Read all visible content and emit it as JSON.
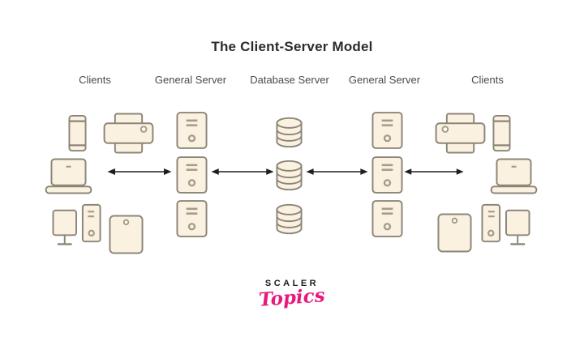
{
  "diagram": {
    "title": "The Client-Server Model",
    "columns": [
      {
        "label": "Clients"
      },
      {
        "label": "General Server"
      },
      {
        "label": "Database Server"
      },
      {
        "label": "General Server"
      },
      {
        "label": "Clients"
      }
    ],
    "client_devices_left": [
      "smartphone",
      "printer",
      "laptop",
      "desktop-computer",
      "tablet"
    ],
    "client_devices_right": [
      "printer",
      "smartphone",
      "laptop",
      "tablet",
      "desktop-computer"
    ],
    "general_server_units_per_column": 3,
    "database_units": 3,
    "arrows": [
      "clients-left <-> general-server-left",
      "general-server-left <-> database-server",
      "database-server <-> general-server-right",
      "general-server-right <-> clients-right"
    ],
    "colors": {
      "icon-fill": "#FAF1E1",
      "icon-stroke": "#8C8678",
      "icon-detail": "#A49C89",
      "arrow": "#1F1F1F",
      "title-text": "#2B2B2B",
      "label-text": "#4A4A4A",
      "logo-black": "#1C1C1C",
      "logo-pink": "#E8197D",
      "background": "#FFFFFF"
    }
  },
  "logo": {
    "brand": "SCALER",
    "sub": "Topics"
  }
}
